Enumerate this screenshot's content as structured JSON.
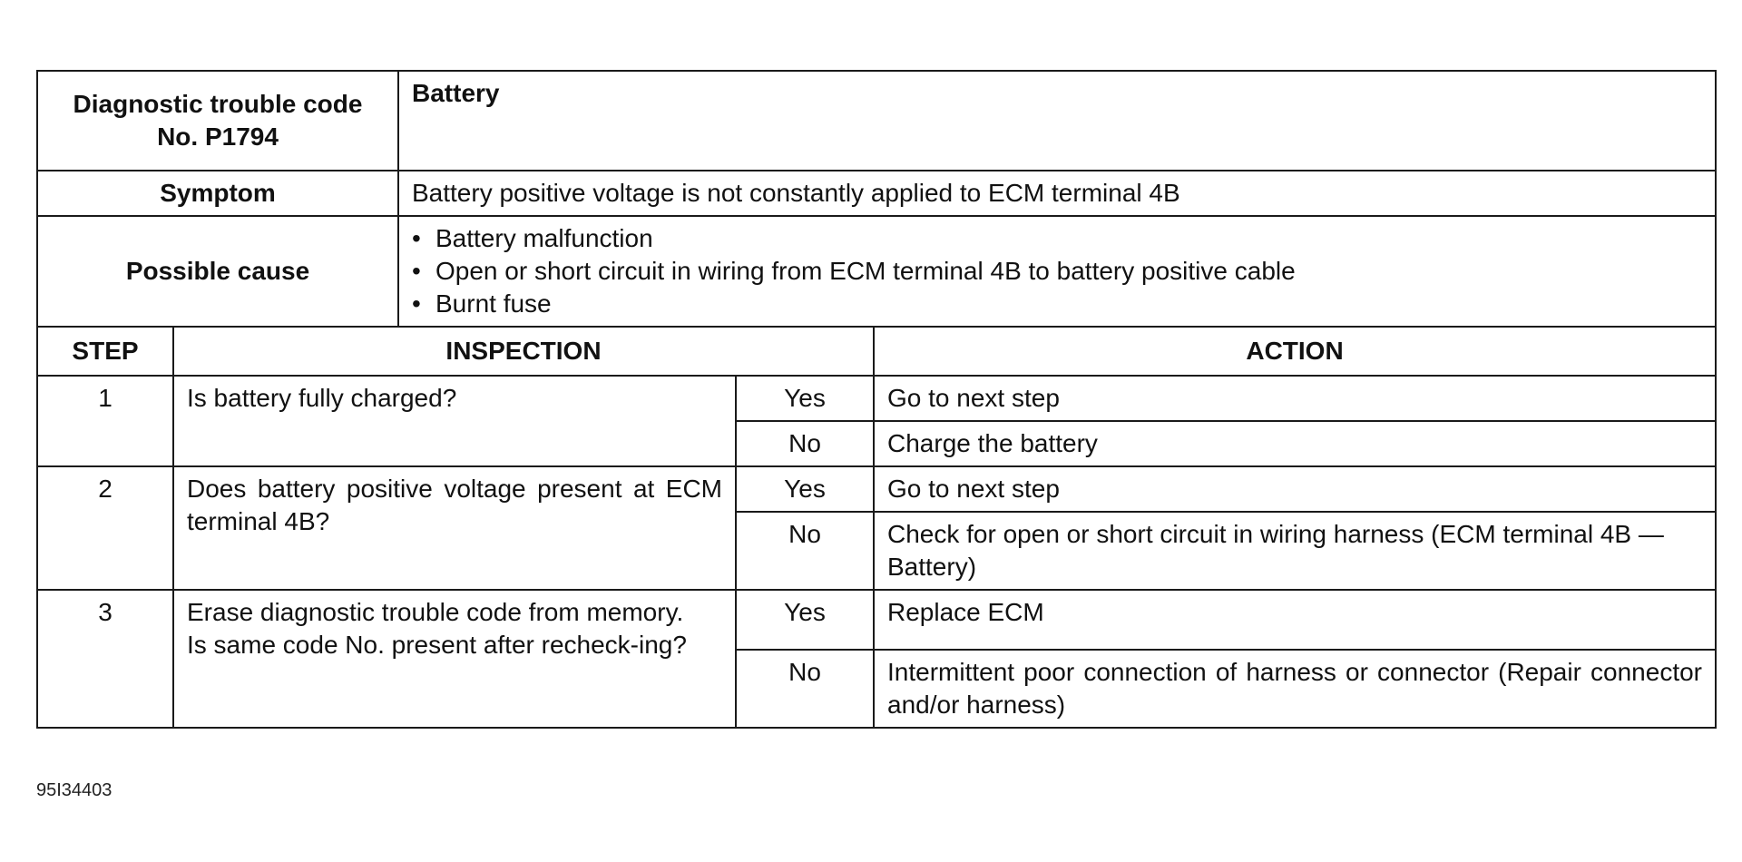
{
  "header": {
    "dtc_label": "Diagnostic trouble code No. P1794",
    "dtc_value": "Battery",
    "symptom_label": "Symptom",
    "symptom_value": "Battery positive voltage is not constantly applied to ECM terminal 4B",
    "cause_label": "Possible cause",
    "causes": [
      "Battery malfunction",
      "Open or short circuit in wiring from ECM terminal 4B to battery positive cable",
      "Burnt fuse"
    ]
  },
  "columns": {
    "step": "STEP",
    "inspection": "INSPECTION",
    "action": "ACTION"
  },
  "steps": [
    {
      "num": "1",
      "inspection": "Is battery fully charged?",
      "yes": "Yes",
      "yes_action": "Go to next step",
      "no": "No",
      "no_action": "Charge the battery"
    },
    {
      "num": "2",
      "inspection": "Does battery positive voltage present at ECM terminal 4B?",
      "yes": "Yes",
      "yes_action": "Go to next step",
      "no": "No",
      "no_action": "Check for open or short circuit in wiring harness (ECM terminal 4B — Battery)"
    },
    {
      "num": "3",
      "inspection_line1": "Erase diagnostic trouble code from memory.",
      "inspection_line2": "Is same code No. present after recheck-ing?",
      "yes": "Yes",
      "yes_action": "Replace ECM",
      "no": "No",
      "no_action": "Intermittent poor connection of harness or connector (Repair connector and/or harness)"
    }
  ],
  "figure_id": "95I34403"
}
